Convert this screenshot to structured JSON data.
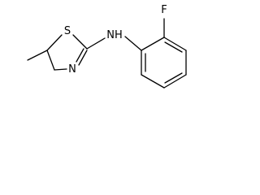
{
  "molecule": {
    "atoms": {
      "fluorine": "F",
      "amine": "NH",
      "sulfur": "S",
      "ring_nitrogen": "N"
    }
  }
}
